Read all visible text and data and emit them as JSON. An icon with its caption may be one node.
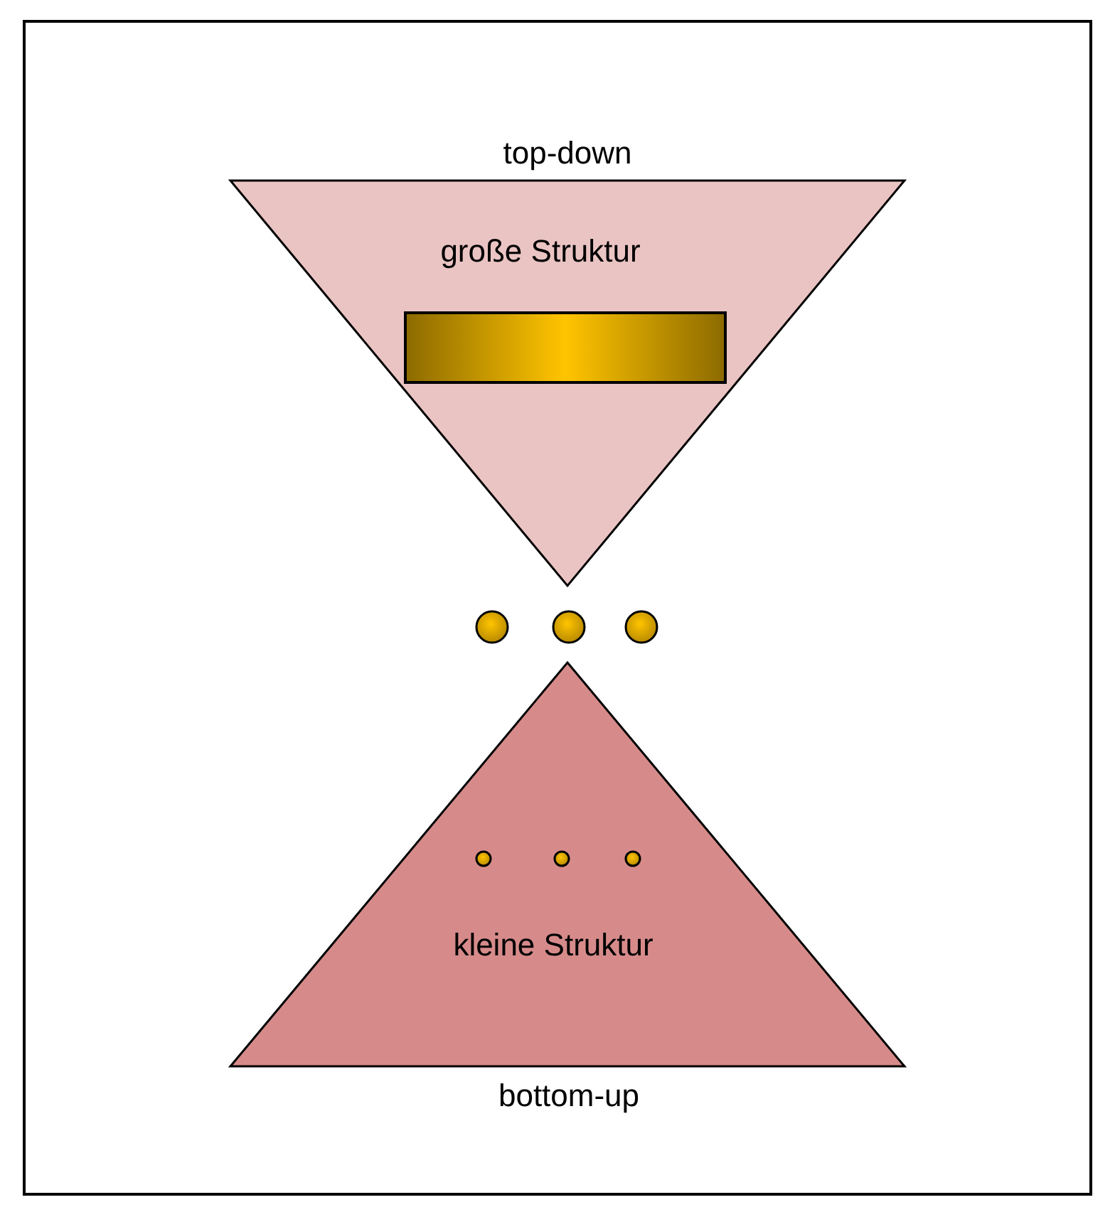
{
  "diagram": {
    "nodes": [
      {
        "text": [
          "top-down",
          "große Struktur"
        ]
      },
      {
        "text": [],
        "shape": "bar",
        "in": 0
      },
      {
        "text": [],
        "shape": "circle"
      },
      {
        "text": [],
        "shape": "circle"
      },
      {
        "text": [],
        "shape": "circle"
      },
      {
        "text": [
          "kleine Struktur",
          "bottom-up"
        ]
      },
      {
        "text": [],
        "shape": "circle",
        "in": 5
      },
      {
        "text": [],
        "shape": "circle",
        "in": 5
      },
      {
        "text": [],
        "shape": "circle",
        "in": 5
      }
    ],
    "edges": []
  }
}
